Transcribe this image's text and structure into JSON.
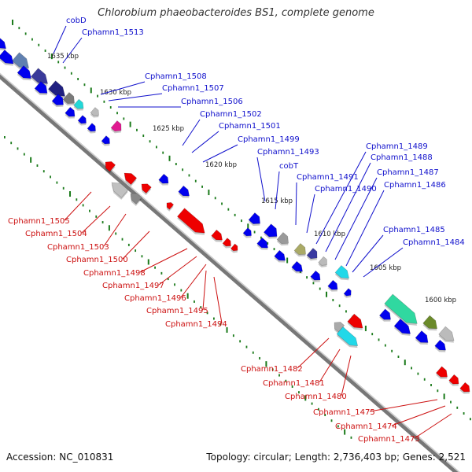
{
  "title": "Chlorobium phaeobacteroides BS1, complete genome",
  "footer": {
    "accession": "Accession: NC_010831",
    "summary": "Topology: circular; Length: 2,736,403 bp; Genes: 2,521"
  },
  "colors": {
    "forward_strand": "#0000ee",
    "reverse_strand": "#ee0000",
    "backbone": "#777777",
    "tick": "#1a7a1a",
    "forward_label": "#1010cc",
    "reverse_label": "#cc1010"
  },
  "position_markers": [
    "1635 kbp",
    "1630 kbp",
    "1625 kbp",
    "1620 kbp",
    "1615 kbp",
    "1610 kbp",
    "1605 kbp",
    "1600 kbp"
  ],
  "forward_genes": [
    "cobD",
    "Cphamn1_1513",
    "Cphamn1_1508",
    "Cphamn1_1507",
    "Cphamn1_1506",
    "Cphamn1_1502",
    "Cphamn1_1501",
    "Cphamn1_1499",
    "Cphamn1_1493",
    "cobT",
    "Cphamn1_1491",
    "Cphamn1_1490",
    "Cphamn1_1489",
    "Cphamn1_1488",
    "Cphamn1_1487",
    "Cphamn1_1486",
    "Cphamn1_1485",
    "Cphamn1_1484"
  ],
  "reverse_genes": [
    "Cphamn1_1505",
    "Cphamn1_1504",
    "Cphamn1_1503",
    "Cphamn1_1500",
    "Cphamn1_1498",
    "Cphamn1_1497",
    "Cphamn1_1496",
    "Cphamn1_1495",
    "Cphamn1_1494",
    "Cphamn1_1482",
    "Cphamn1_1481",
    "Cphamn1_1480",
    "Cphamn1_1475",
    "Cphamn1_1474",
    "Cphamn1_1473"
  ]
}
